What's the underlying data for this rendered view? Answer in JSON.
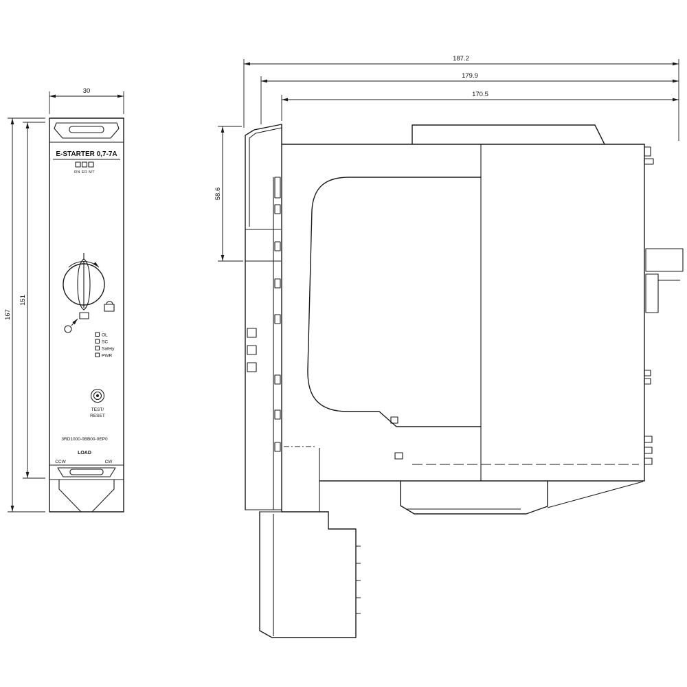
{
  "front": {
    "dims": {
      "width": "30",
      "height_total": "167",
      "height_body": "151"
    },
    "label": "E-STARTER 0,7-7A",
    "indicator_caption": "RN ER MT",
    "leds": [
      "OL",
      "SC",
      "Safety",
      "PWR"
    ],
    "test_reset_line1": "TEST/",
    "test_reset_line2": "RESET",
    "part_number": "3RD1000-0BB00-0EP0",
    "load": "LOAD",
    "ccw": "CCW",
    "cw": "CW"
  },
  "side": {
    "dims": {
      "total": "187.2",
      "mid": "179.9",
      "body": "170.5",
      "clip": "58.6"
    }
  },
  "colors": {
    "line": "#1a1a1a",
    "background": "#ffffff"
  }
}
